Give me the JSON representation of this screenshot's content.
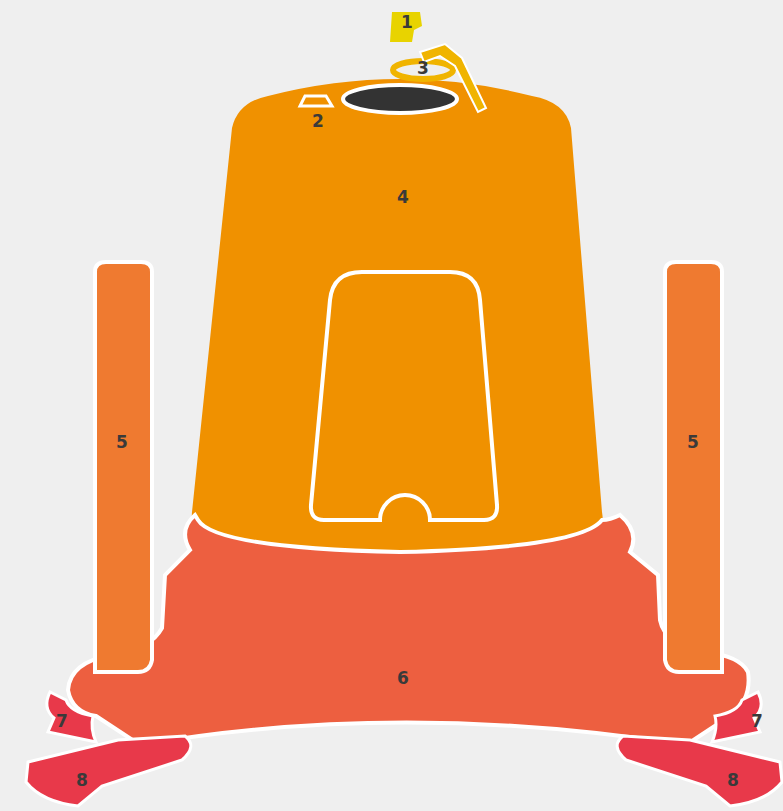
{
  "diagram": {
    "labels": [
      "1",
      "2",
      "3",
      "4",
      "5",
      "5",
      "6",
      "7",
      "7",
      "8",
      "8"
    ]
  }
}
